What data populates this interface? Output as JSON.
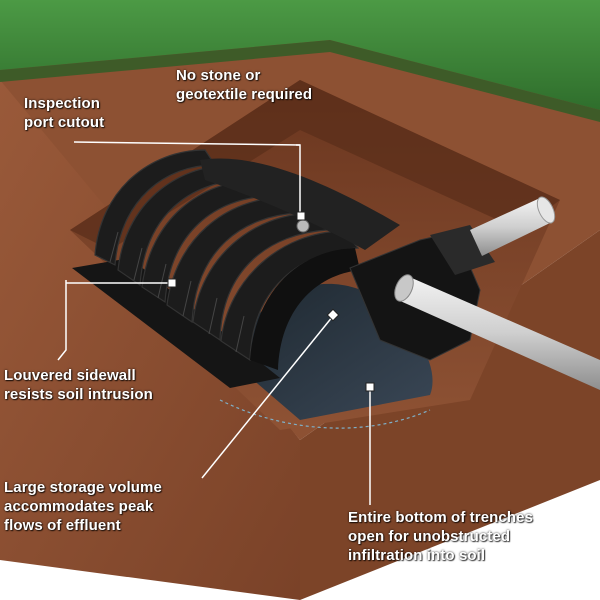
{
  "colors": {
    "grass": "#3f8a3a",
    "grass_dark": "#2d6a2a",
    "soil": "#8a4e32",
    "soil_dark": "#6e3a22",
    "soil_shadow": "#5a2e1a",
    "chamber": "#1b1b1b",
    "chamber_rib": "#2b2b2b",
    "pipe": "#d9d9d9",
    "water": "#2a3440",
    "label_text": "#ffffff",
    "leader_line": "#ffffff"
  },
  "callouts": {
    "no_stone": "No stone or\ngeotextile required",
    "inspection_port": "Inspection\nport cutout",
    "louvered_sidewall": "Louvered sidewall\nresists soil intrusion",
    "storage_volume": "Large storage volume\naccommodates peak\nflows of effluent",
    "open_bottom": "Entire bottom of trenches\nopen for unobstructed\ninfiltration into soil"
  },
  "icons": {
    "marker": "square-marker-icon"
  }
}
